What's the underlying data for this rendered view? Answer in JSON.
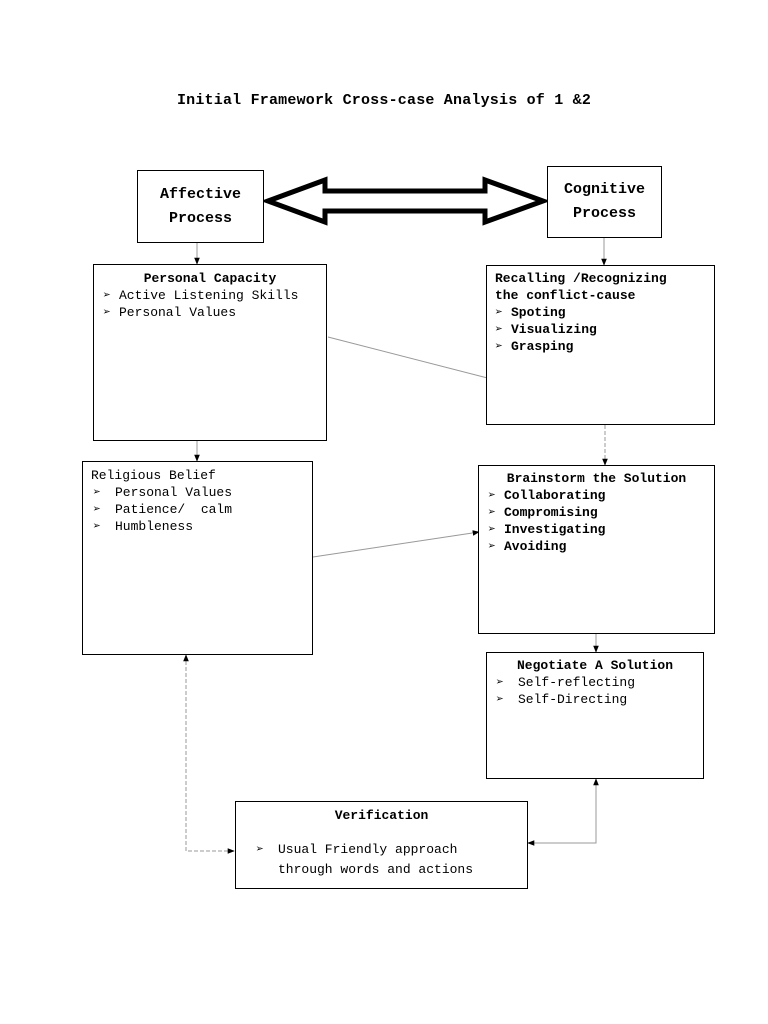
{
  "title": "Initial Framework Cross-case Analysis of 1 &2",
  "affective": {
    "line1": "Affective",
    "line2": "Process"
  },
  "cognitive": {
    "line1": "Cognitive",
    "line2": "Process"
  },
  "bullet_glyph": "➢",
  "personal_capacity": {
    "heading": "Personal Capacity",
    "items": [
      "Active Listening Skills",
      "Personal Values"
    ]
  },
  "recalling": {
    "heading_line1": "Recalling /Recognizing",
    "heading_line2": "the conflict-cause",
    "items": [
      "Spoting",
      "Visualizing",
      "Grasping"
    ]
  },
  "religious": {
    "heading": "Religious Belief",
    "items": [
      "Personal Values",
      "Patience/  calm",
      "Humbleness"
    ]
  },
  "brainstorm": {
    "heading": "Brainstorm the Solution",
    "items": [
      "Collaborating",
      "Compromising",
      "Investigating",
      "Avoiding"
    ]
  },
  "negotiate": {
    "heading": "Negotiate A Solution",
    "items": [
      "Self-reflecting",
      "Self-Directing"
    ]
  },
  "verification": {
    "heading": "Verification",
    "line1": "Usual Friendly approach",
    "line2": "through words and actions"
  }
}
